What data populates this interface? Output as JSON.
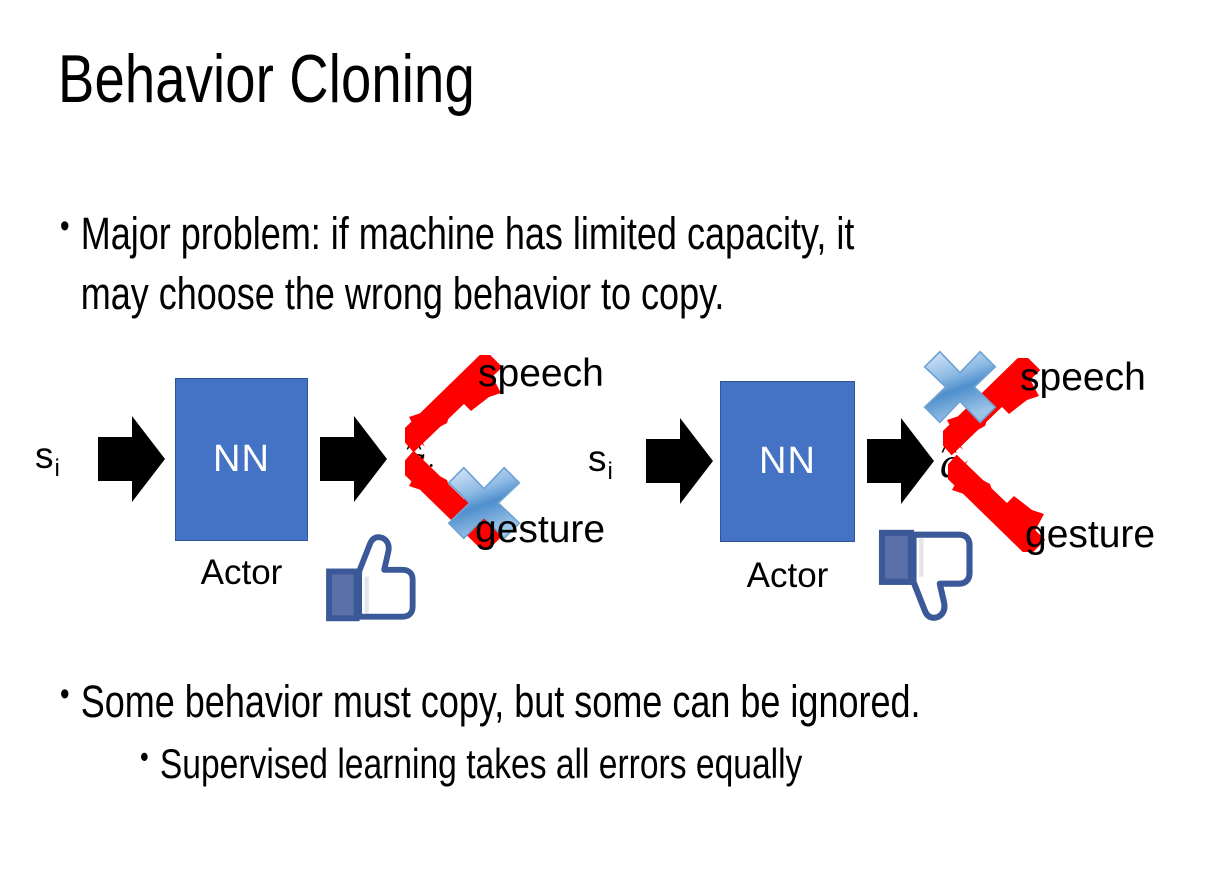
{
  "slide": {
    "title": "Behavior Cloning",
    "background_color": "#FFFFFF",
    "text_color": "#000000"
  },
  "bullets": {
    "top": {
      "marker": "•",
      "text": "Major problem: if machine has limited capacity, it\nmay choose the wrong behavior to copy."
    },
    "bottom_1": {
      "marker": "•",
      "text": "Some behavior must copy, but some can be ignored."
    },
    "bottom_2": {
      "marker": "•",
      "text": "Supervised learning takes all errors equally"
    }
  },
  "diagrams": [
    {
      "id": "left",
      "state_label": "s",
      "state_subscript": "i",
      "box_label": "NN",
      "box_caption": "Actor",
      "output_label": "a",
      "output_subscript": "i",
      "output_hat": "^",
      "option_top": "speech",
      "option_bottom": "gesture",
      "crossed_option": "gesture",
      "feedback_icon": "thumbs-up-icon",
      "feedback": "positive"
    },
    {
      "id": "right",
      "state_label": "s",
      "state_subscript": "i",
      "box_label": "NN",
      "box_caption": "Actor",
      "output_label": "a",
      "output_subscript": "i",
      "output_hat": "^",
      "option_top": "speech",
      "option_bottom": "gesture",
      "crossed_option": "speech",
      "feedback_icon": "thumbs-down-icon",
      "feedback": "negative"
    }
  ],
  "colors": {
    "nn_box_fill": "#4472C4",
    "nn_box_border": "#2F5597",
    "nn_box_text": "#FFFFFF",
    "arrow_black": "#000000",
    "arrow_red": "#FF0000",
    "cross_blue_light": "#BBD6F2",
    "cross_blue_dark": "#3E82C4",
    "thumb_blue": "#3B5998",
    "thumb_fill": "#FFFFFF"
  }
}
